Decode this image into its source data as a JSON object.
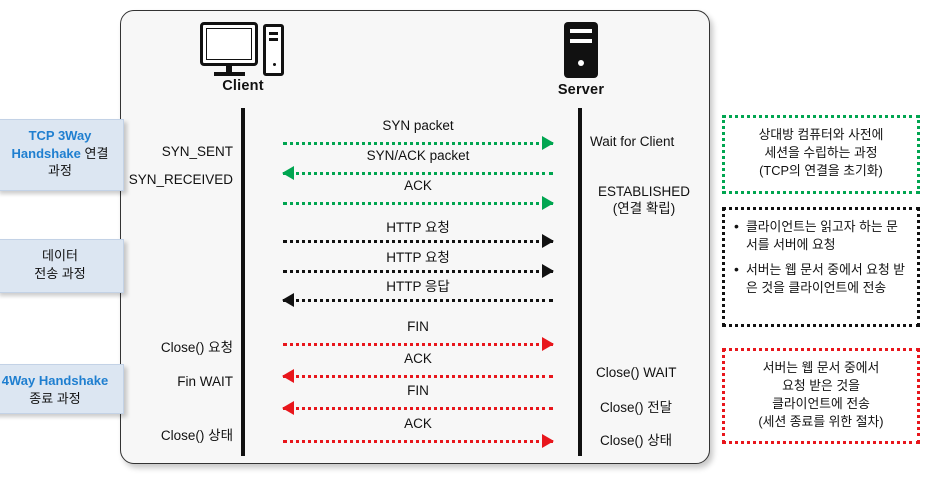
{
  "diagram": {
    "actors": {
      "client": {
        "label": "Client",
        "icon": "desktop-computer-icon"
      },
      "server": {
        "label": "Server",
        "icon": "server-tower-icon"
      }
    },
    "phases": [
      {
        "id": "handshake3",
        "html_en": "TCP 3Way",
        "line2_en": "Handshake",
        "line2_ko": " 연결",
        "line3": "과정"
      },
      {
        "id": "data",
        "line1": "데이터",
        "line2": "전송 과정"
      },
      {
        "id": "handshake4",
        "en": "4Way Handshake",
        "ko": "종료 과정"
      }
    ],
    "messages": [
      {
        "id": "syn",
        "label": "SYN packet",
        "dir": "right",
        "color": "#00a550"
      },
      {
        "id": "syn-ack",
        "label": "SYN/ACK packet",
        "dir": "left",
        "color": "#00a550"
      },
      {
        "id": "ack1",
        "label": "ACK",
        "dir": "right",
        "color": "#00a550"
      },
      {
        "id": "http-req-1",
        "label": "HTTP 요청",
        "dir": "right",
        "color": "#111111"
      },
      {
        "id": "http-req-2",
        "label": "HTTP 요청",
        "dir": "right",
        "color": "#111111"
      },
      {
        "id": "http-res",
        "label": "HTTP 응답",
        "dir": "left",
        "color": "#111111"
      },
      {
        "id": "fin-1",
        "label": "FIN",
        "dir": "right",
        "color": "#e8161c"
      },
      {
        "id": "ack-2",
        "label": "ACK",
        "dir": "left",
        "color": "#e8161c"
      },
      {
        "id": "fin-2",
        "label": "FIN",
        "dir": "left",
        "color": "#e8161c"
      },
      {
        "id": "ack-3",
        "label": "ACK",
        "dir": "right",
        "color": "#e8161c"
      }
    ],
    "client_states": [
      {
        "id": "syn-sent",
        "text": "SYN_SENT"
      },
      {
        "id": "syn-received",
        "text": "SYN_RECEIVED"
      },
      {
        "id": "close-request",
        "text": "Close() 요청"
      },
      {
        "id": "fin-wait",
        "text": "Fin WAIT"
      },
      {
        "id": "close-state",
        "text": "Close() 상태"
      }
    ],
    "server_states": [
      {
        "id": "wait-for-client",
        "text": "Wait for Client"
      },
      {
        "id": "established",
        "line1": "ESTABLISHED",
        "line2": "(연결 확립)"
      },
      {
        "id": "close-wait",
        "text": "Close() WAIT"
      },
      {
        "id": "close-send",
        "text": "Close() 전달"
      },
      {
        "id": "close-status",
        "text": "Close() 상태"
      }
    ],
    "notes": {
      "green": {
        "line1": "상대방 컴퓨터와 사전에",
        "line2": "세션을 수립하는 과정",
        "line3": "(TCP의 연결을 초기화)"
      },
      "black": {
        "bullets": [
          "클라이언트는 읽고자 하는 문서를 서버에 요청",
          "서버는 웹 문서 중에서 요청 받은 것을 클라이언트에 전송"
        ]
      },
      "red": {
        "line1": "서버는 웹 문서 중에서",
        "line2": "요청 받은 것을",
        "line3": "클라이언트에 전송",
        "line4": "(세션 종료를 위한 절차)"
      }
    },
    "colors": {
      "handshake": "#00a550",
      "data": "#111111",
      "teardown": "#e8161c",
      "phase_box": "#dce6f2",
      "phase_accent": "#1f7fd0"
    }
  }
}
